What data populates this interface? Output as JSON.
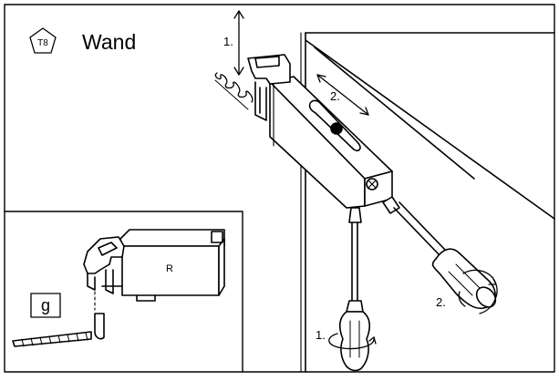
{
  "header": {
    "step_code": "T8",
    "title": "Wand"
  },
  "main": {
    "step_1": "1.",
    "step_2": "2."
  },
  "inset": {
    "part_letter": "g",
    "part_side": "R"
  },
  "tools": {
    "step_1": "1.",
    "step_2": "2."
  },
  "colors": {
    "line": "#000000",
    "background": "#ffffff"
  },
  "icons": [
    "pentagon-icon",
    "rotate-arrow-icon",
    "double-arrow-icon",
    "screwdriver-icon",
    "hook-screw-icon",
    "spring-icon"
  ]
}
